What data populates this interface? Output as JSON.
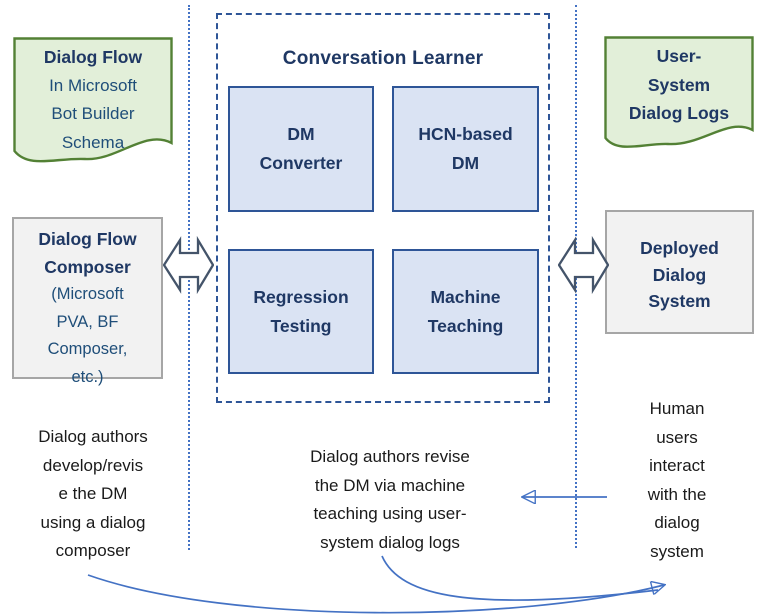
{
  "colors": {
    "doc_fill": "#e2efd9",
    "doc_border": "#538135",
    "module_fill": "#dae3f3",
    "module_border": "#2e5597",
    "dashed_border": "#2e5597",
    "dotted_line": "#4472c4",
    "navy_heading": "#1f3864",
    "navy_body": "#1f4e79",
    "gray_fill": "#f2f2f2",
    "gray_border": "#a6a6a6",
    "connector_outline": "#44546a",
    "arrow_blue": "#4472c4",
    "black_text": "#1a1a1a"
  },
  "pipeline": {
    "source_doc": {
      "heading": "Dialog Flow",
      "lines": [
        "In Microsoft",
        "Bot Builder",
        "Schema"
      ]
    },
    "composer_box": {
      "heading_lines": [
        "Dialog Flow",
        "Composer"
      ],
      "detail_lines": [
        "(Microsoft",
        "PVA, BF",
        "Composer,",
        "etc.)"
      ]
    },
    "learner": {
      "title": "Conversation Learner",
      "modules": [
        "DM\nConverter",
        "HCN-based\nDM",
        "Regression\nTesting",
        "Machine\nTeaching"
      ]
    },
    "logs_doc": {
      "lines": [
        "User-",
        "System",
        "Dialog Logs"
      ]
    },
    "deployed_box": {
      "lines": [
        "Deployed",
        "Dialog",
        "System"
      ]
    }
  },
  "captions": {
    "authors_compose": [
      "Dialog authors",
      "develop/revis",
      "e the DM",
      "using a dialog",
      "composer"
    ],
    "authors_teach": [
      "Dialog authors revise",
      "the DM via machine",
      "teaching using user-",
      "system dialog logs"
    ],
    "human_users": [
      "Human",
      "users",
      "interact",
      "with the",
      "dialog",
      "system"
    ]
  }
}
